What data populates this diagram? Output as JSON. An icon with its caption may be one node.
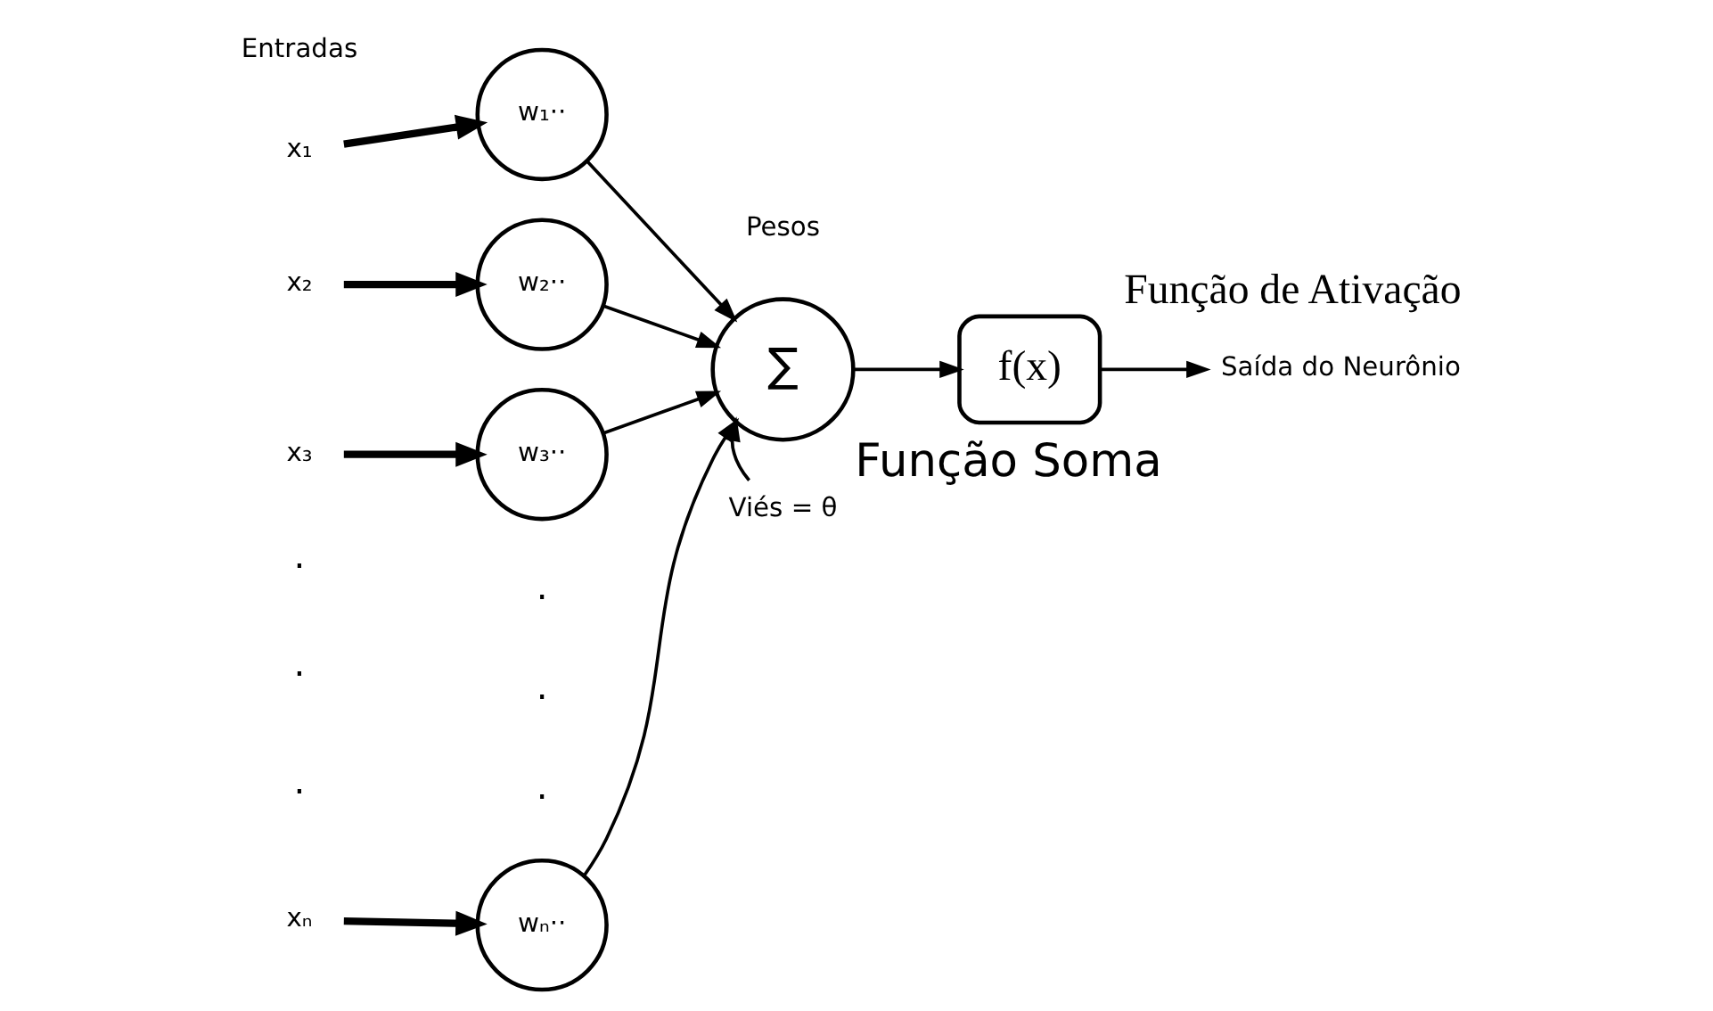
{
  "diagram": {
    "nodes": [
      {
        "text": [
          "x₁"
        ]
      },
      {
        "text": [
          "w₁··"
        ]
      },
      {
        "text": [
          "x₂"
        ]
      },
      {
        "text": [
          "w₂··"
        ]
      },
      {
        "text": [
          "x₃"
        ]
      },
      {
        "text": [
          "w₃··"
        ]
      },
      {
        "text": [
          "xₙ"
        ]
      },
      {
        "text": [
          "wₙ··"
        ]
      },
      {
        "text": [
          "∑"
        ],
        "beside": [
          "Função Soma"
        ]
      },
      {
        "text": [
          "f(x)"
        ],
        "beside": [
          "Função de Ativação"
        ]
      },
      {
        "text": [
          "Saída do Neurônio"
        ]
      },
      {
        "text": [
          "Viés = θ"
        ]
      }
    ],
    "edges": [
      {
        "from": 0,
        "to": 1,
        "arrow": "to",
        "style": "thick"
      },
      {
        "from": 2,
        "to": 3,
        "arrow": "to",
        "style": "thick"
      },
      {
        "from": 4,
        "to": 5,
        "arrow": "to",
        "style": "thick"
      },
      {
        "from": 6,
        "to": 7,
        "arrow": "to",
        "style": "thick"
      },
      {
        "from": 1,
        "to": 8,
        "arrow": "to"
      },
      {
        "from": 3,
        "to": 8,
        "arrow": "to"
      },
      {
        "from": 5,
        "to": 8,
        "arrow": "to"
      },
      {
        "from": 7,
        "to": 8,
        "arrow": "to"
      },
      {
        "from": 11,
        "to": 8,
        "arrow": "to"
      },
      {
        "from": 8,
        "to": 9,
        "arrow": "to"
      },
      {
        "from": 9,
        "to": 10,
        "arrow": "to"
      }
    ],
    "labels": [
      "Entradas",
      "Pesos",
      ".",
      ".",
      ".",
      ".",
      ".",
      "."
    ]
  }
}
